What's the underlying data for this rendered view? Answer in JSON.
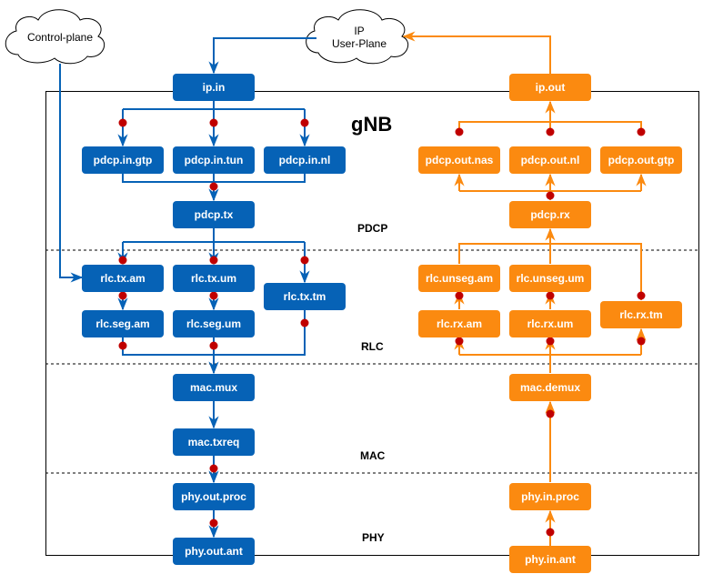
{
  "title": "gNB",
  "clouds": {
    "control_plane": "Control-plane",
    "ip_user_plane_line1": "IP",
    "ip_user_plane_line2": "User-Plane"
  },
  "layers": {
    "pdcp": "PDCP",
    "rlc": "RLC",
    "mac": "MAC",
    "phy": "PHY"
  },
  "colors": {
    "downlink": "#0662b6",
    "uplink": "#fb8a10",
    "connector_dot": "#c00000"
  },
  "downlink_nodes": {
    "ip_in": "ip.in",
    "pdcp_in_gtp": "pdcp.in.gtp",
    "pdcp_in_tun": "pdcp.in.tun",
    "pdcp_in_nl": "pdcp.in.nl",
    "pdcp_tx": "pdcp.tx",
    "rlc_tx_am": "rlc.tx.am",
    "rlc_tx_um": "rlc.tx.um",
    "rlc_tx_tm": "rlc.tx.tm",
    "rlc_seg_am": "rlc.seg.am",
    "rlc_seg_um": "rlc.seg.um",
    "mac_mux": "mac.mux",
    "mac_txreq": "mac.txreq",
    "phy_out_proc": "phy.out.proc",
    "phy_out_ant": "phy.out.ant"
  },
  "uplink_nodes": {
    "ip_out": "ip.out",
    "pdcp_out_nas": "pdcp.out.nas",
    "pdcp_out_nl": "pdcp.out.nl",
    "pdcp_out_gtp": "pdcp.out.gtp",
    "pdcp_rx": "pdcp.rx",
    "rlc_unseg_am": "rlc.unseg.am",
    "rlc_unseg_um": "rlc.unseg.um",
    "rlc_rx_am": "rlc.rx.am",
    "rlc_rx_um": "rlc.rx.um",
    "rlc_rx_tm": "rlc.rx.tm",
    "mac_demux": "mac.demux",
    "phy_in_proc": "phy.in.proc",
    "phy_in_ant": "phy.in.ant"
  }
}
